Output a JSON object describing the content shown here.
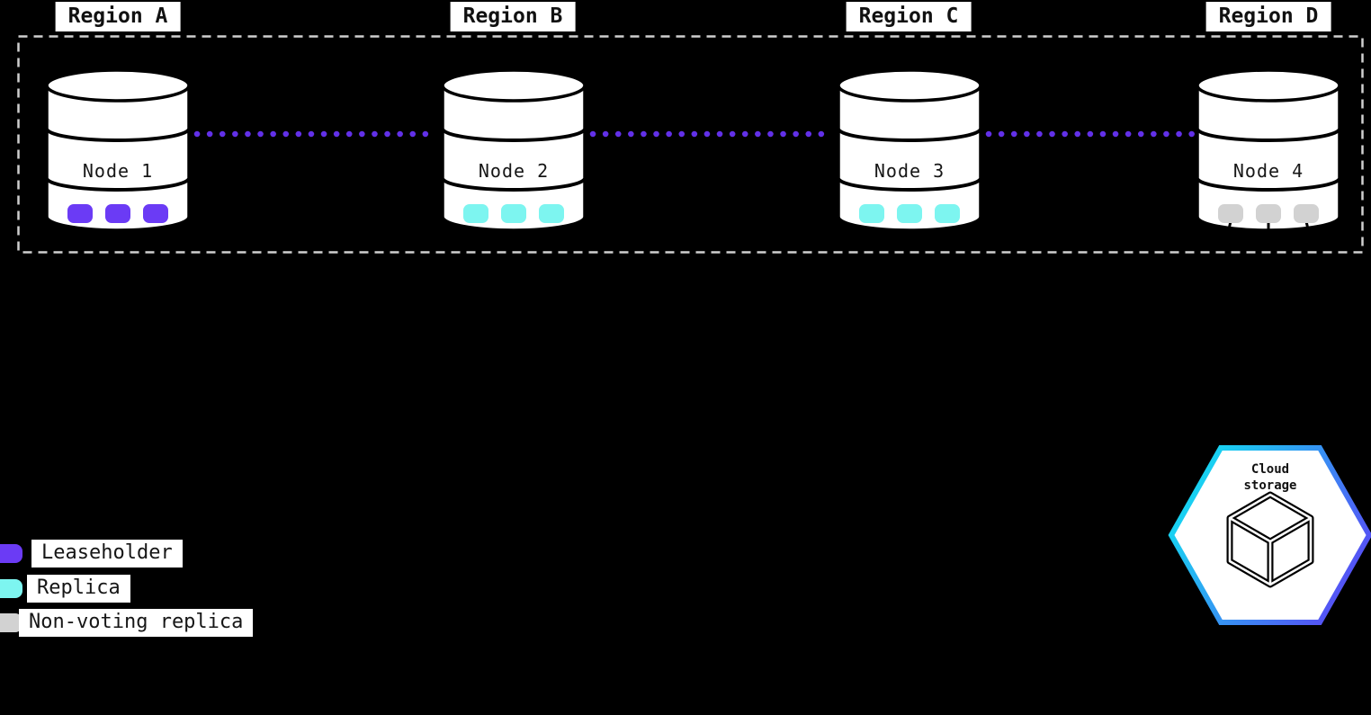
{
  "regions": [
    {
      "label": "Region A"
    },
    {
      "label": "Region B"
    },
    {
      "label": "Region C"
    },
    {
      "label": "Region D"
    }
  ],
  "nodes": [
    {
      "label": "Node 1",
      "replica_type": "leaseholder",
      "color": "#6B3BF5"
    },
    {
      "label": "Node 2",
      "replica_type": "replica",
      "color": "#7DF5F0"
    },
    {
      "label": "Node 3",
      "replica_type": "replica",
      "color": "#7DF5F0"
    },
    {
      "label": "Node 4",
      "replica_type": "non-voting replica",
      "color": "#D2D2D2"
    }
  ],
  "legend": [
    {
      "label": "Leaseholder",
      "color": "#6B3BF5"
    },
    {
      "label": "Replica",
      "color": "#7DF5F0"
    },
    {
      "label": "Non-voting replica",
      "color": "#D2D2D2"
    }
  ],
  "cloud_storage": {
    "line1": "Cloud",
    "line2": "storage"
  },
  "colors": {
    "background": "#000000",
    "connector": "#6230E8",
    "cluster_border": "#CFCFCF",
    "hex_gradient_start": "#12DFF1",
    "hex_gradient_end": "#5A47F5"
  }
}
